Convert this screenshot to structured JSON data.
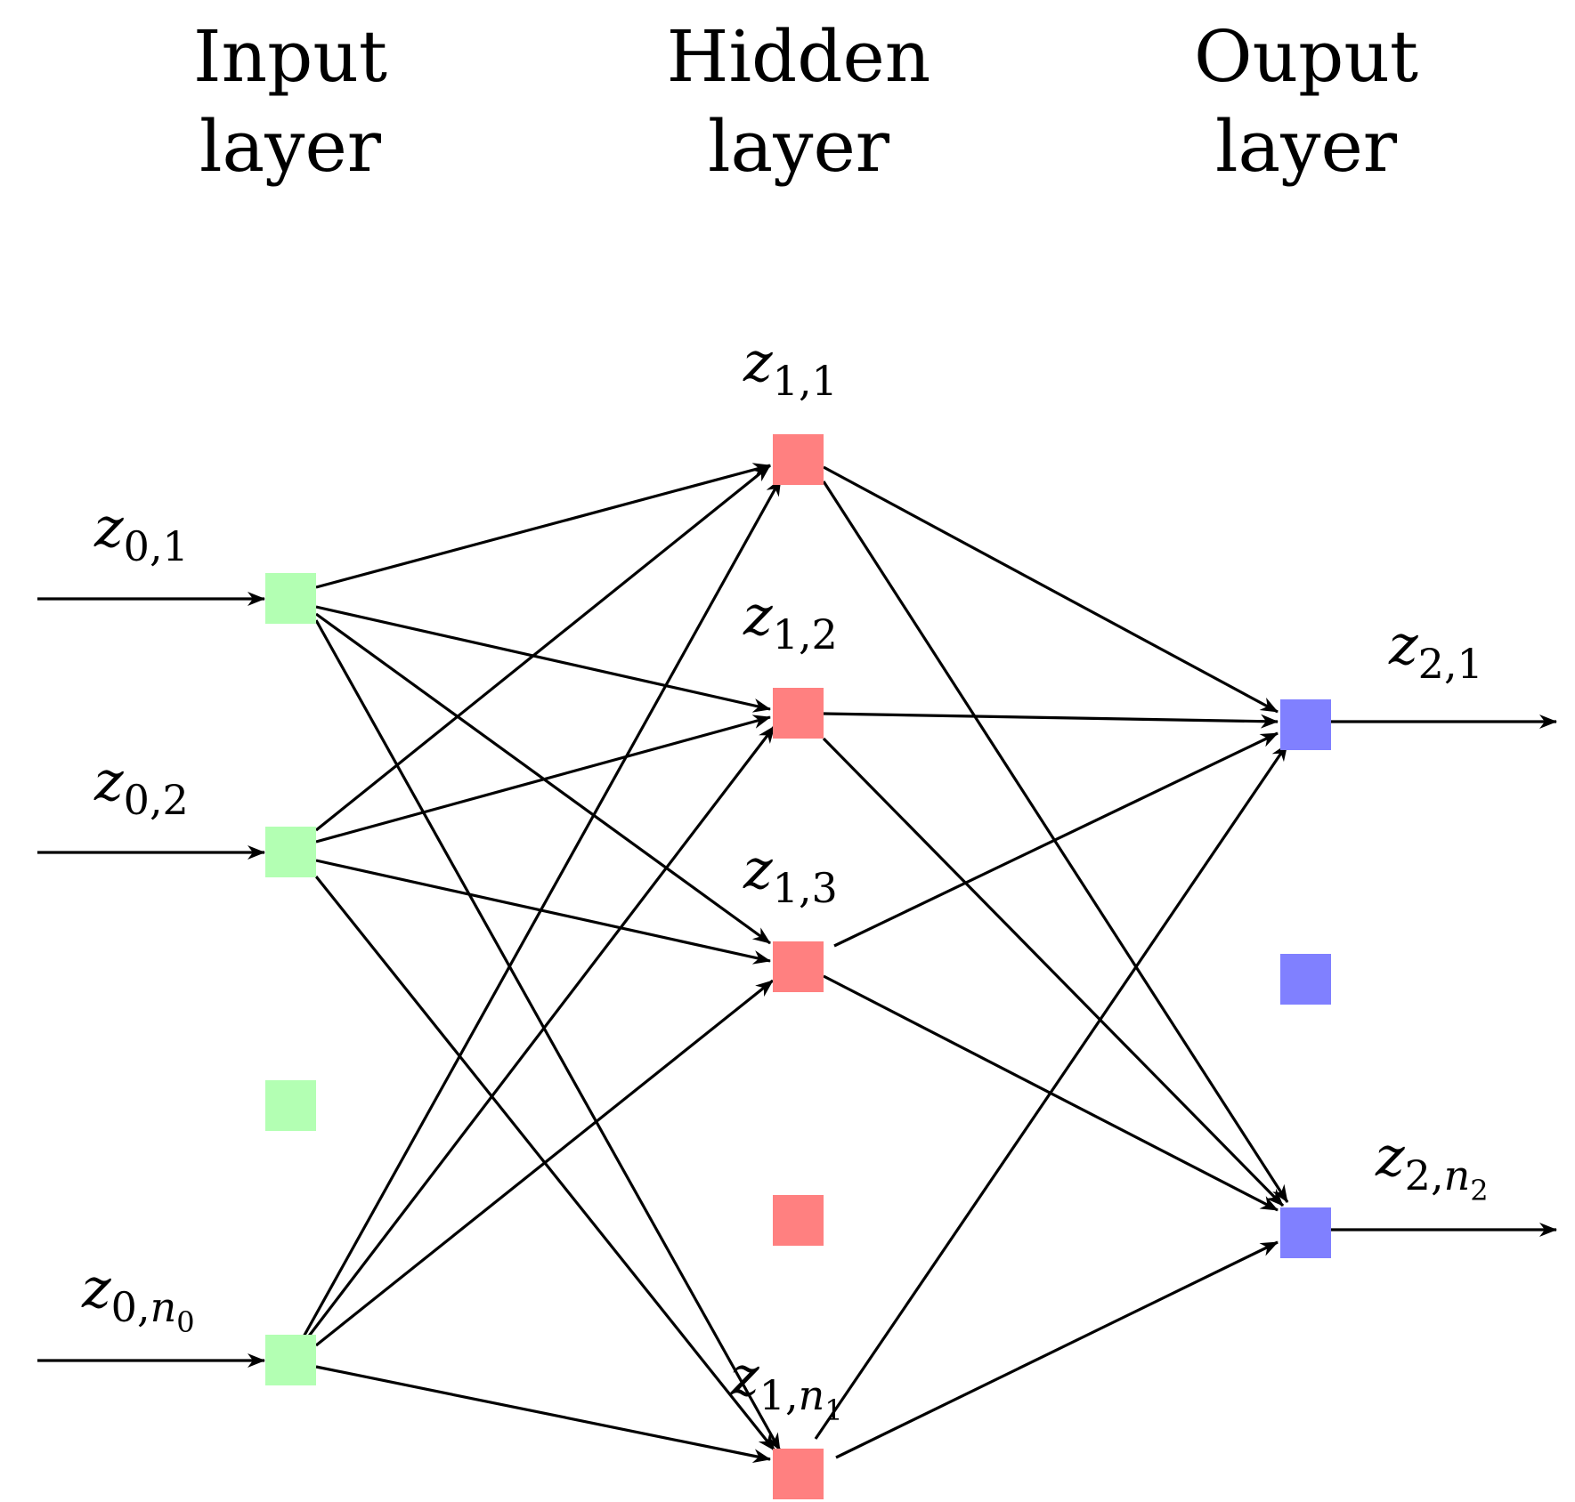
{
  "layers": [
    {
      "key": "input",
      "title_line1": "Input",
      "title_line2": "layer"
    },
    {
      "key": "hidden",
      "title_line1": "Hidden",
      "title_line2": "layer"
    },
    {
      "key": "output",
      "title_line1": "Ouput",
      "title_line2": "layer"
    }
  ],
  "colors": {
    "input": "#b3ffb3",
    "hidden": "#ff8080",
    "output": "#8080ff",
    "edge": "#000000"
  },
  "labels": {
    "z01": {
      "z": "z",
      "sub": "0,1"
    },
    "z02": {
      "z": "z",
      "sub": "0,2"
    },
    "z0n": {
      "z": "z",
      "sub": "0,",
      "subvar": "n",
      "subsub": "0"
    },
    "z11": {
      "z": "z",
      "sub": "1,1"
    },
    "z12": {
      "z": "z",
      "sub": "1,2"
    },
    "z13": {
      "z": "z",
      "sub": "1,3"
    },
    "z1n": {
      "z": "z",
      "sub": "1,",
      "subvar": "n",
      "subsub": "1"
    },
    "z21": {
      "z": "z",
      "sub": "2,1"
    },
    "z2n": {
      "z": "z",
      "sub": "2,",
      "subvar": "n",
      "subsub": "2"
    }
  }
}
